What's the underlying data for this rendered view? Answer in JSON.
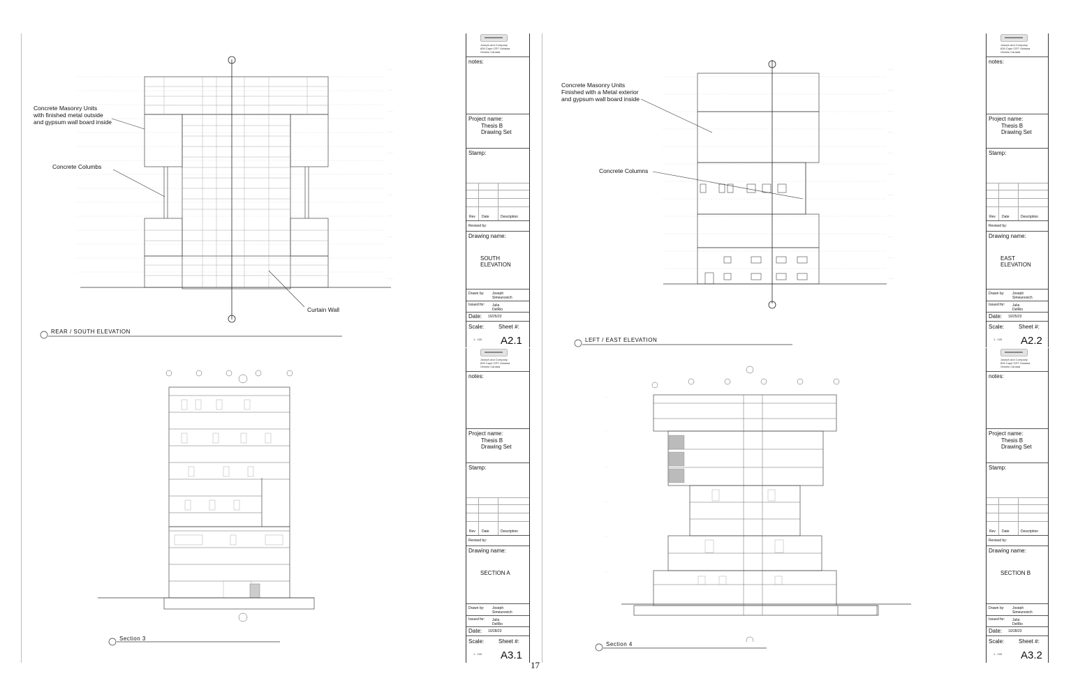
{
  "firm": {
    "line1": "Joseph and Company",
    "line2": "839 Capri CRT Oshawa",
    "line3": "Ontario Canada"
  },
  "labels": {
    "notes": "notes:",
    "project_name": "Project name:",
    "stamp": "Stamp:",
    "rev": "Rev",
    "date_col": "Date",
    "description": "Description",
    "revised_by": "Revised by:",
    "drawing_name": "Drawing name:",
    "drawn_by": "Drawn by:",
    "issued_for": "Issued for:",
    "date": "Date:",
    "scale": "Scale:",
    "sheet": "Sheet #:"
  },
  "project": {
    "line1": "Thesis B",
    "line2": "Drawing Set"
  },
  "drawn_by": {
    "line1": "Joseph",
    "line2": "Simeunovich"
  },
  "issued_for": {
    "line1": "Julia",
    "line2": "DelRio"
  },
  "scale_value": "1 : 100",
  "sheets": [
    {
      "drawing_name_1": "SOUTH",
      "drawing_name_2": "ELEVATION",
      "date": "10/25/23",
      "sheet_no": "A2.1"
    },
    {
      "drawing_name_1": "EAST",
      "drawing_name_2": "ELEVATION",
      "date": "10/25/23",
      "sheet_no": "A2.2"
    },
    {
      "drawing_name_1": "SECTION A",
      "drawing_name_2": "",
      "date": "10/28/23",
      "sheet_no": "A3.1"
    },
    {
      "drawing_name_1": "SECTION B",
      "drawing_name_2": "",
      "date": "10/28/23",
      "sheet_no": "A3.2"
    }
  ],
  "annotations": {
    "south_cmu_1": "Concrete Masonry Units",
    "south_cmu_2": "with finished metal outside",
    "south_cmu_3": "and gypsum wall board inside",
    "south_columns": "Concrete Columbs",
    "south_curtain": "Curtain Wall",
    "east_cmu_1": "Concrete Masonry Units",
    "east_cmu_2": "Finished with a Metal exterior",
    "east_cmu_3": "and gypsum wall board inside",
    "east_columns": "Concrete Columns"
  },
  "view_titles": {
    "south": "REAR / SOUTH ELEVATION",
    "east": "LEFT / EAST ELEVATION",
    "section3": "Section 3",
    "section4": "Section 4"
  },
  "page_number": "17"
}
